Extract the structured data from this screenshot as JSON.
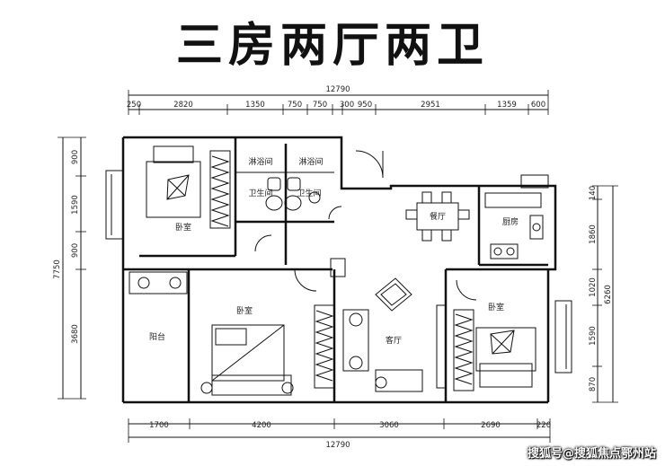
{
  "title": "三房两厅两卫",
  "dims": {
    "total_top": "12790",
    "total_bottom": "12790",
    "top": [
      "250",
      "2820",
      "1350",
      "750",
      "750",
      "300",
      "950",
      "2951",
      "1359",
      "600"
    ],
    "bottom": [
      "1700",
      "4200",
      "3060",
      "2690",
      "220"
    ],
    "left_total": "7750",
    "left": [
      "900",
      "1590",
      "900",
      "3680"
    ],
    "right_total": "6260",
    "right": [
      "140",
      "1860",
      "1020",
      "1590",
      "870"
    ]
  },
  "rooms": {
    "bedroom_nw": "卧室",
    "shower1": "淋浴间",
    "shower2": "淋浴间",
    "wc1": "卫生间",
    "wc2": "卫生间",
    "dining": "餐厅",
    "kitchen": "厨房",
    "balcony": "阳台",
    "bedroom_sw": "卧室",
    "living": "客厅",
    "bedroom_e": "卧室"
  },
  "watermark": "搜狐号@搜狐焦点鄂州站"
}
